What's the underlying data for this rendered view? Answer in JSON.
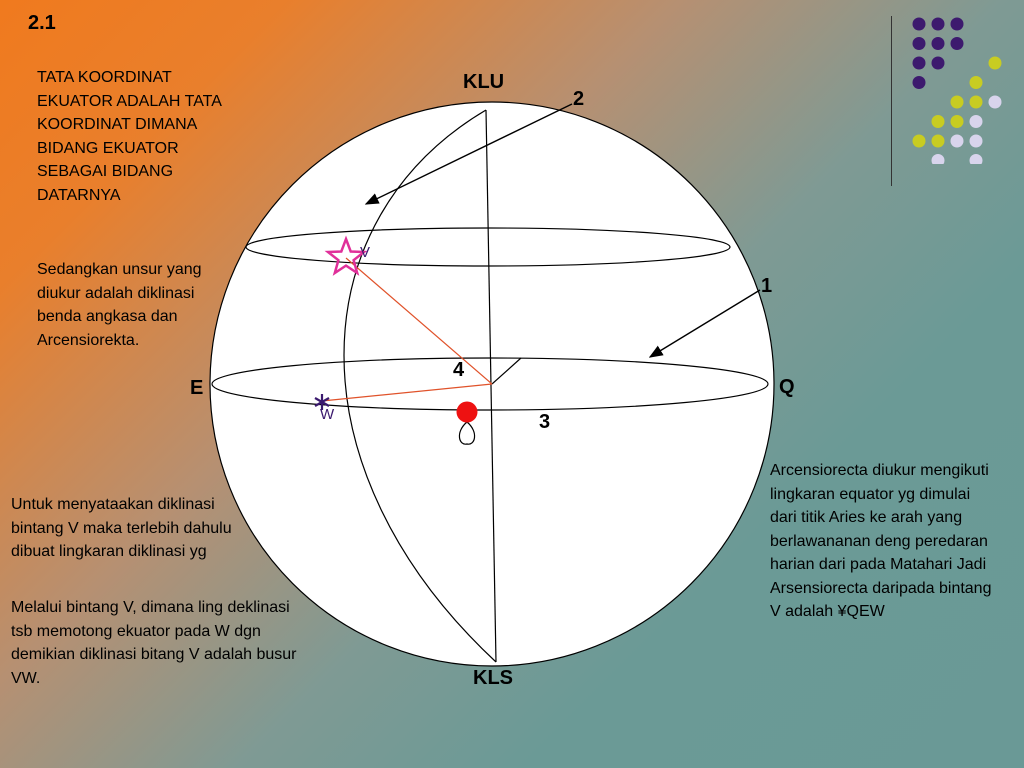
{
  "slide": {
    "number": "2.1",
    "title_text": "TATA KOORDINAT EKUATOR ADALAH TATA KOORDINAT DIMANA BIDANG EKUATOR SEBAGAI BIDANG DATARNYA",
    "unsur_text": "Sedangkan unsur yang diukur adalah diklinasi benda angkasa dan Arcensiorekta.",
    "untuk_text": "Untuk menyataakan diklinasi bintang V maka terlebih dahulu dibuat lingkaran diklinasi yg",
    "melalui_text": "Melalui bintang V, dimana ling deklinasi tsb memotong ekuator pada W dgn demikian diklinasi bitang V adalah busur VW.",
    "arcen_text": "Arcensiorecta diukur mengikuti lingkaran equator yg dimulai dari titik Aries ke arah yang berlawananan deng peredaran harian dari pada Matahari Jadi Arsensiorecta daripada bintang V adalah ¥QEW"
  },
  "diagram": {
    "labels": {
      "klu": "KLU",
      "kls": "KLS",
      "e": "E",
      "q": "Q",
      "n1": "1",
      "n2": "2",
      "n3": "3",
      "n4": "4",
      "v": "V",
      "w": "W"
    },
    "colors": {
      "sphere_fill": "#ffffff",
      "line": "#000000",
      "red_line": "#e0522a",
      "star": "#e0309a",
      "observer": "#ee1111",
      "w_mark": "#3b1a6e"
    }
  },
  "decoration": {
    "dot_colors": {
      "purple": "#3d1a6e",
      "yellow": "#c8cc22",
      "lavender": "#d8d4ec"
    }
  }
}
